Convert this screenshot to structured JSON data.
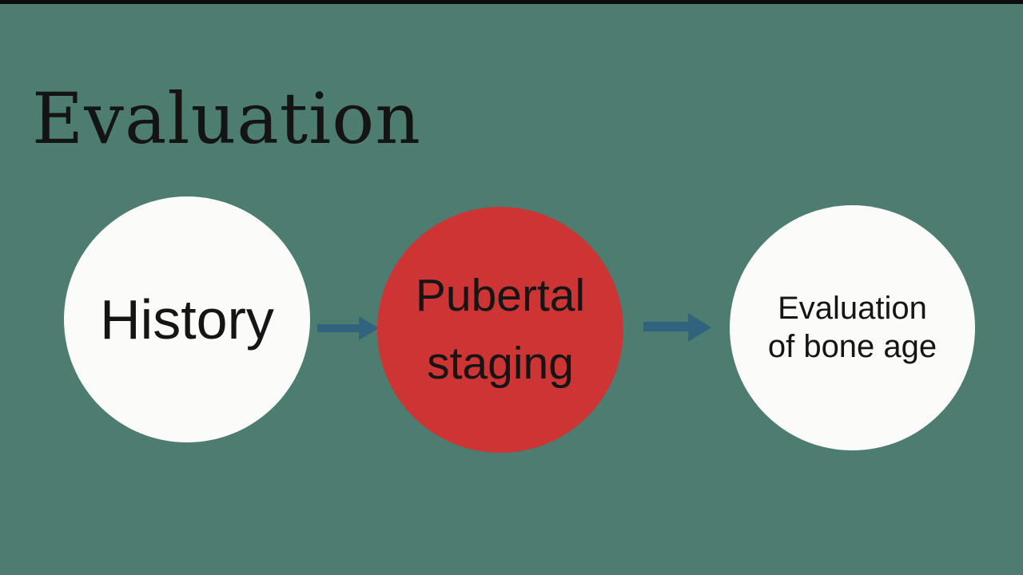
{
  "slide": {
    "title": "Evaluation",
    "colors": {
      "background": "#4d7d71",
      "top_edge": "#0d0d0d",
      "title_text": "#141414",
      "connector": "#31637e",
      "step_light_fill": "#fbfbf9",
      "step_accent_fill": "#cd3434",
      "step_text": "#151515"
    },
    "flow": {
      "steps": [
        {
          "id": "history",
          "variant": "light",
          "lines": [
            "History"
          ]
        },
        {
          "id": "pubertal-staging",
          "variant": "accent",
          "lines": [
            "Pubertal",
            "staging"
          ]
        },
        {
          "id": "bone-age",
          "variant": "light",
          "lines": [
            "Evaluation",
            "of bone age"
          ]
        }
      ]
    }
  }
}
